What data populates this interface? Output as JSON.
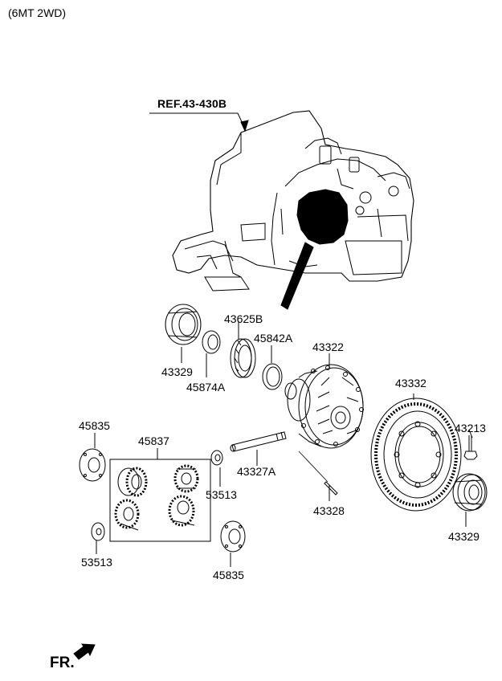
{
  "header": {
    "variant": "(6MT 2WD)"
  },
  "reference": {
    "label": "REF.43-430B"
  },
  "parts": [
    {
      "number": "43329",
      "name_key": "bearing-left"
    },
    {
      "number": "43625B"
    },
    {
      "number": "45842A"
    },
    {
      "number": "45874A"
    },
    {
      "number": "43322"
    },
    {
      "number": "43332"
    },
    {
      "number": "43213"
    },
    {
      "number": "43329",
      "name_key": "bearing-right"
    },
    {
      "number": "45835",
      "name_key": "washer-left"
    },
    {
      "number": "45837"
    },
    {
      "number": "53513",
      "name_key": "washer-small-mid"
    },
    {
      "number": "43327A"
    },
    {
      "number": "43328"
    },
    {
      "number": "53513",
      "name_key": "washer-small-left"
    },
    {
      "number": "45835",
      "name_key": "washer-bottom"
    }
  ],
  "direction_indicator": {
    "label": "FR."
  }
}
